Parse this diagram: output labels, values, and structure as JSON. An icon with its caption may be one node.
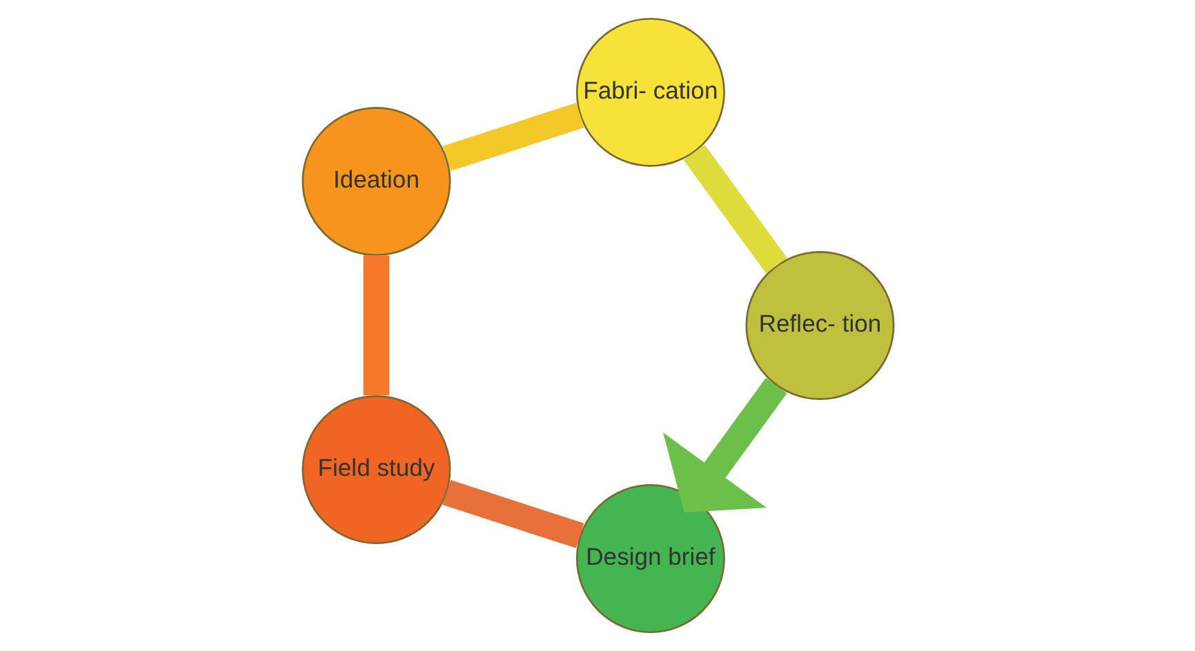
{
  "diagram": {
    "nodes": [
      {
        "text": [
          "Design brief"
        ]
      },
      {
        "text": [
          "Field study"
        ]
      },
      {
        "text": [
          "Ideation"
        ]
      },
      {
        "text": [
          "Fabri- cation"
        ]
      },
      {
        "text": [
          "Reflec- tion"
        ]
      }
    ],
    "edges": [
      {
        "from": 0,
        "to": 1,
        "arrow": "none",
        "color": "#e8703a"
      },
      {
        "from": 1,
        "to": 2,
        "arrow": "none",
        "color": "#f7782a"
      },
      {
        "from": 2,
        "to": 3,
        "arrow": "none",
        "color": "#f5c82a"
      },
      {
        "from": 3,
        "to": 4,
        "arrow": "none",
        "color": "#dedc3a"
      },
      {
        "from": 4,
        "to": 0,
        "arrow": "to",
        "color": "#6cc04a"
      }
    ]
  }
}
